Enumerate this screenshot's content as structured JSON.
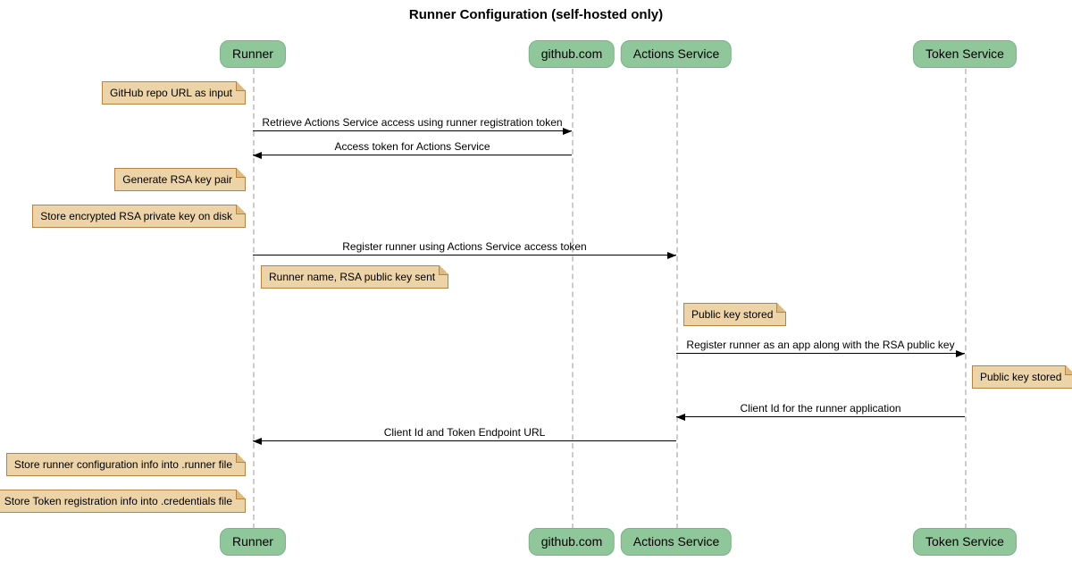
{
  "diagram": {
    "title": "Runner Configuration (self-hosted only)",
    "type": "sequence-diagram"
  },
  "participants": [
    {
      "name": "Runner"
    },
    {
      "name": "github.com"
    },
    {
      "name": "Actions Service"
    },
    {
      "name": "Token Service"
    }
  ],
  "notes": [
    {
      "text": "GitHub repo URL as input",
      "position": "left of Runner"
    },
    {
      "text": "Generate RSA key pair",
      "position": "left of Runner"
    },
    {
      "text": "Store encrypted RSA private key on disk",
      "position": "left of Runner"
    },
    {
      "text": "Runner name, RSA public key sent",
      "position": "right of Runner"
    },
    {
      "text": "Public key stored",
      "position": "right of Actions Service"
    },
    {
      "text": "Public key stored",
      "position": "right of Token Service"
    },
    {
      "text": "Store runner configuration info into .runner file",
      "position": "left of Runner"
    },
    {
      "text": "Store Token registration info into .credentials file",
      "position": "left of Runner"
    }
  ],
  "messages": [
    {
      "text": "Retrieve Actions Service access using runner registration token",
      "from": "Runner",
      "to": "github.com"
    },
    {
      "text": "Access token for Actions Service",
      "from": "github.com",
      "to": "Runner"
    },
    {
      "text": "Register runner using Actions Service access token",
      "from": "Runner",
      "to": "Actions Service"
    },
    {
      "text": "Register runner as an app along with the RSA public key",
      "from": "Actions Service",
      "to": "Token Service"
    },
    {
      "text": "Client Id for the runner application",
      "from": "Token Service",
      "to": "Actions Service"
    },
    {
      "text": "Client Id and Token Endpoint URL",
      "from": "Actions Service",
      "to": "Runner"
    }
  ],
  "colors": {
    "participant_fill": "#8fc79b",
    "participant_border": "#7ab287",
    "note_fill": "#edd3a8",
    "note_border": "#b9823f",
    "lifeline": "#cccccc",
    "arrow": "#000000",
    "background": "#ffffff"
  }
}
